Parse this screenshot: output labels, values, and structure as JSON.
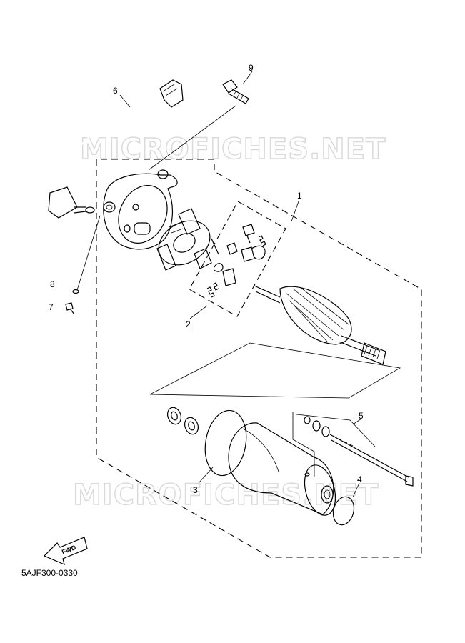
{
  "watermark": {
    "top_text": "MICROFICHES.NET",
    "bottom_text": "MICROFICHES.NET"
  },
  "callouts": [
    {
      "id": "1",
      "label": "1"
    },
    {
      "id": "2",
      "label": "2"
    },
    {
      "id": "3",
      "label": "3"
    },
    {
      "id": "4",
      "label": "4"
    },
    {
      "id": "5",
      "label": "5"
    },
    {
      "id": "6",
      "label": "6"
    },
    {
      "id": "7",
      "label": "7"
    },
    {
      "id": "8",
      "label": "8"
    },
    {
      "id": "9",
      "label": "9"
    }
  ],
  "direction_badge": {
    "label": "FWD"
  },
  "diagram_code": "5AJF300-0330"
}
